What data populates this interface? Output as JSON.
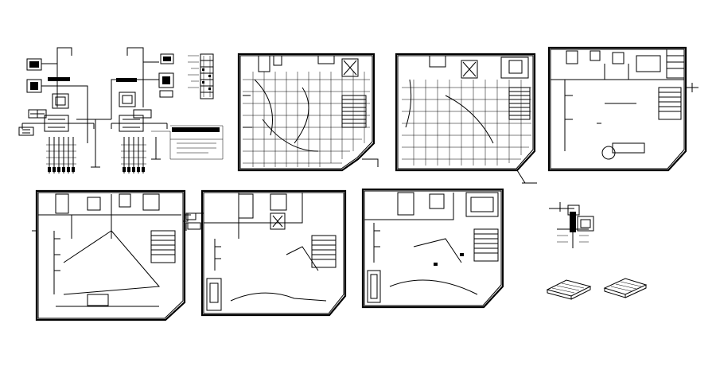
{
  "drawing": {
    "background": "#ffffff",
    "line_color": "#000000",
    "panels": [
      {
        "id": "panel-schematic-1",
        "kind": "wiring-schematic"
      },
      {
        "id": "panel-schematic-2",
        "kind": "wiring-schematic"
      },
      {
        "id": "panel-legend",
        "kind": "legend-column"
      },
      {
        "id": "panel-plan-a",
        "kind": "floor-plan-grid"
      },
      {
        "id": "panel-plan-b",
        "kind": "floor-plan-grid"
      },
      {
        "id": "panel-plan-c",
        "kind": "floor-plan"
      },
      {
        "id": "panel-plan-d",
        "kind": "floor-plan"
      },
      {
        "id": "panel-plan-e",
        "kind": "floor-plan"
      },
      {
        "id": "panel-plan-f",
        "kind": "floor-plan"
      },
      {
        "id": "panel-detail",
        "kind": "section-detail"
      },
      {
        "id": "panel-iso-1",
        "kind": "isometric-fixture"
      },
      {
        "id": "panel-iso-2",
        "kind": "isometric-fixture"
      }
    ]
  }
}
